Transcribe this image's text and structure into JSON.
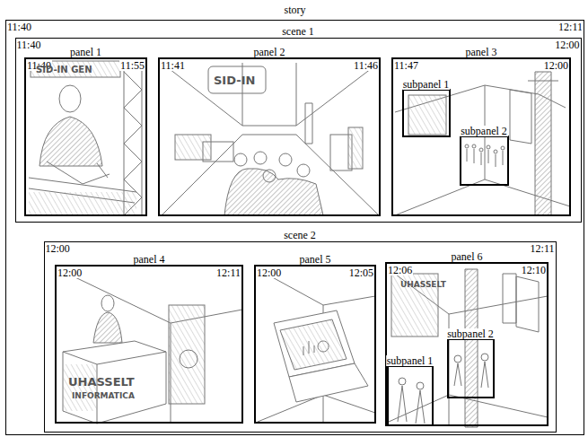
{
  "diagram": {
    "nodes": [
      {
        "text": [
          "story",
          "11:40",
          "12:11"
        ]
      },
      {
        "text": [
          "scene 1",
          "11:40",
          "12:00"
        ],
        "in": 0
      },
      {
        "text": [
          "panel 1",
          "11:40",
          "11:55"
        ],
        "in": 1
      },
      {
        "text": [
          "panel 2",
          "11:41",
          "11:46"
        ],
        "in": 1
      },
      {
        "text": [
          "panel 3",
          "11:47",
          "12:00"
        ],
        "in": 1
      },
      {
        "text": [
          "subpanel 1"
        ],
        "in": 4
      },
      {
        "text": [
          "subpanel 2"
        ],
        "in": 4
      },
      {
        "text": [
          "scene 2",
          "12:00",
          "12:11"
        ],
        "in": 0
      },
      {
        "text": [
          "panel 4",
          "12:00",
          "12:11"
        ],
        "in": 7
      },
      {
        "text": [
          "panel 5",
          "12:00",
          "12:05"
        ],
        "in": 7
      },
      {
        "text": [
          "panel 6",
          "12:06",
          "12:10"
        ],
        "in": 7
      },
      {
        "text": [
          "subpanel 2"
        ],
        "in": 10
      },
      {
        "text": [
          "subpanel 1"
        ],
        "in": 10
      }
    ],
    "labels": [
      "SID-IN GEN",
      "SID-IN",
      "UHASSELT",
      "INFORMATICA",
      "UHASSELT"
    ]
  }
}
